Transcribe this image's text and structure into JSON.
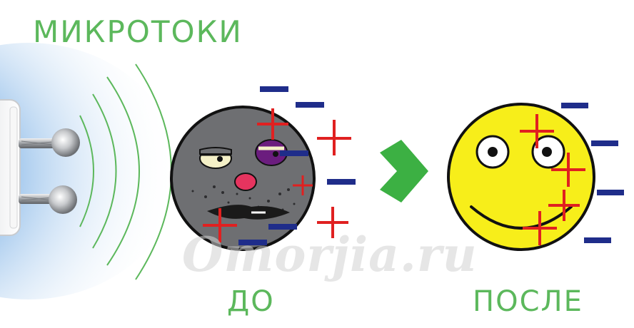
{
  "title": "МИКРОТОКИ",
  "before_label": "ДО",
  "after_label": "ПОСЛЕ",
  "watermark": "Omorjia.ru",
  "colors": {
    "green": "#5cb85c",
    "arrow_green": "#3cb043",
    "plus_red": "#e02020",
    "minus_blue": "#1f2d8a",
    "glow_blue": "#3a86d6",
    "sad_face": "#6e6f72",
    "happy_face": "#f7ee1a"
  }
}
